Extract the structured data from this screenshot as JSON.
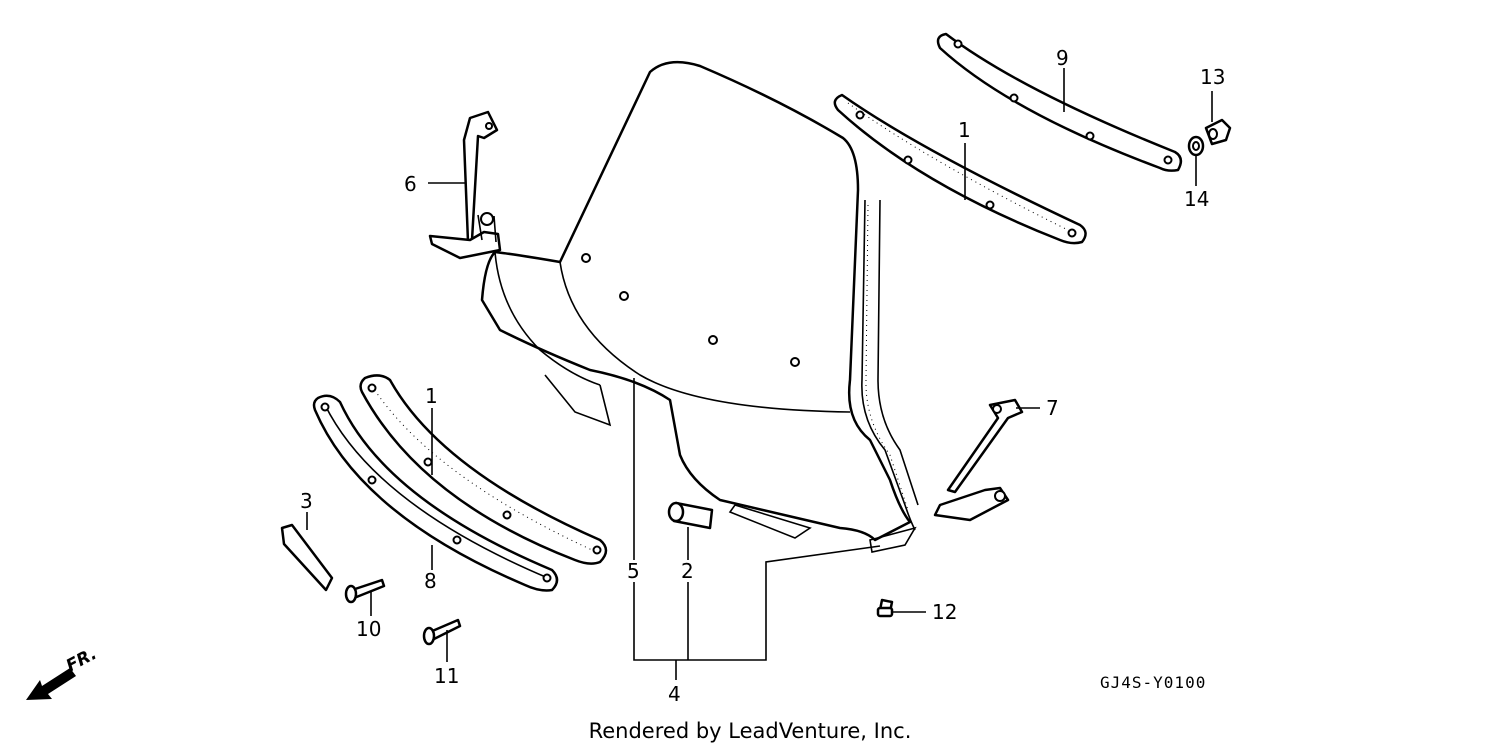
{
  "diagram": {
    "callouts": {
      "c1a": "1",
      "c1b": "1",
      "c2": "2",
      "c3": "3",
      "c4": "4",
      "c5": "5",
      "c6": "6",
      "c7": "7",
      "c8": "8",
      "c9": "9",
      "c10": "10",
      "c11": "11",
      "c12": "12",
      "c13": "13",
      "c14": "14"
    },
    "direction_label": "FR.",
    "diagram_code": "GJ4S-Y0100",
    "credit": "Rendered by LeadVenture, Inc."
  }
}
